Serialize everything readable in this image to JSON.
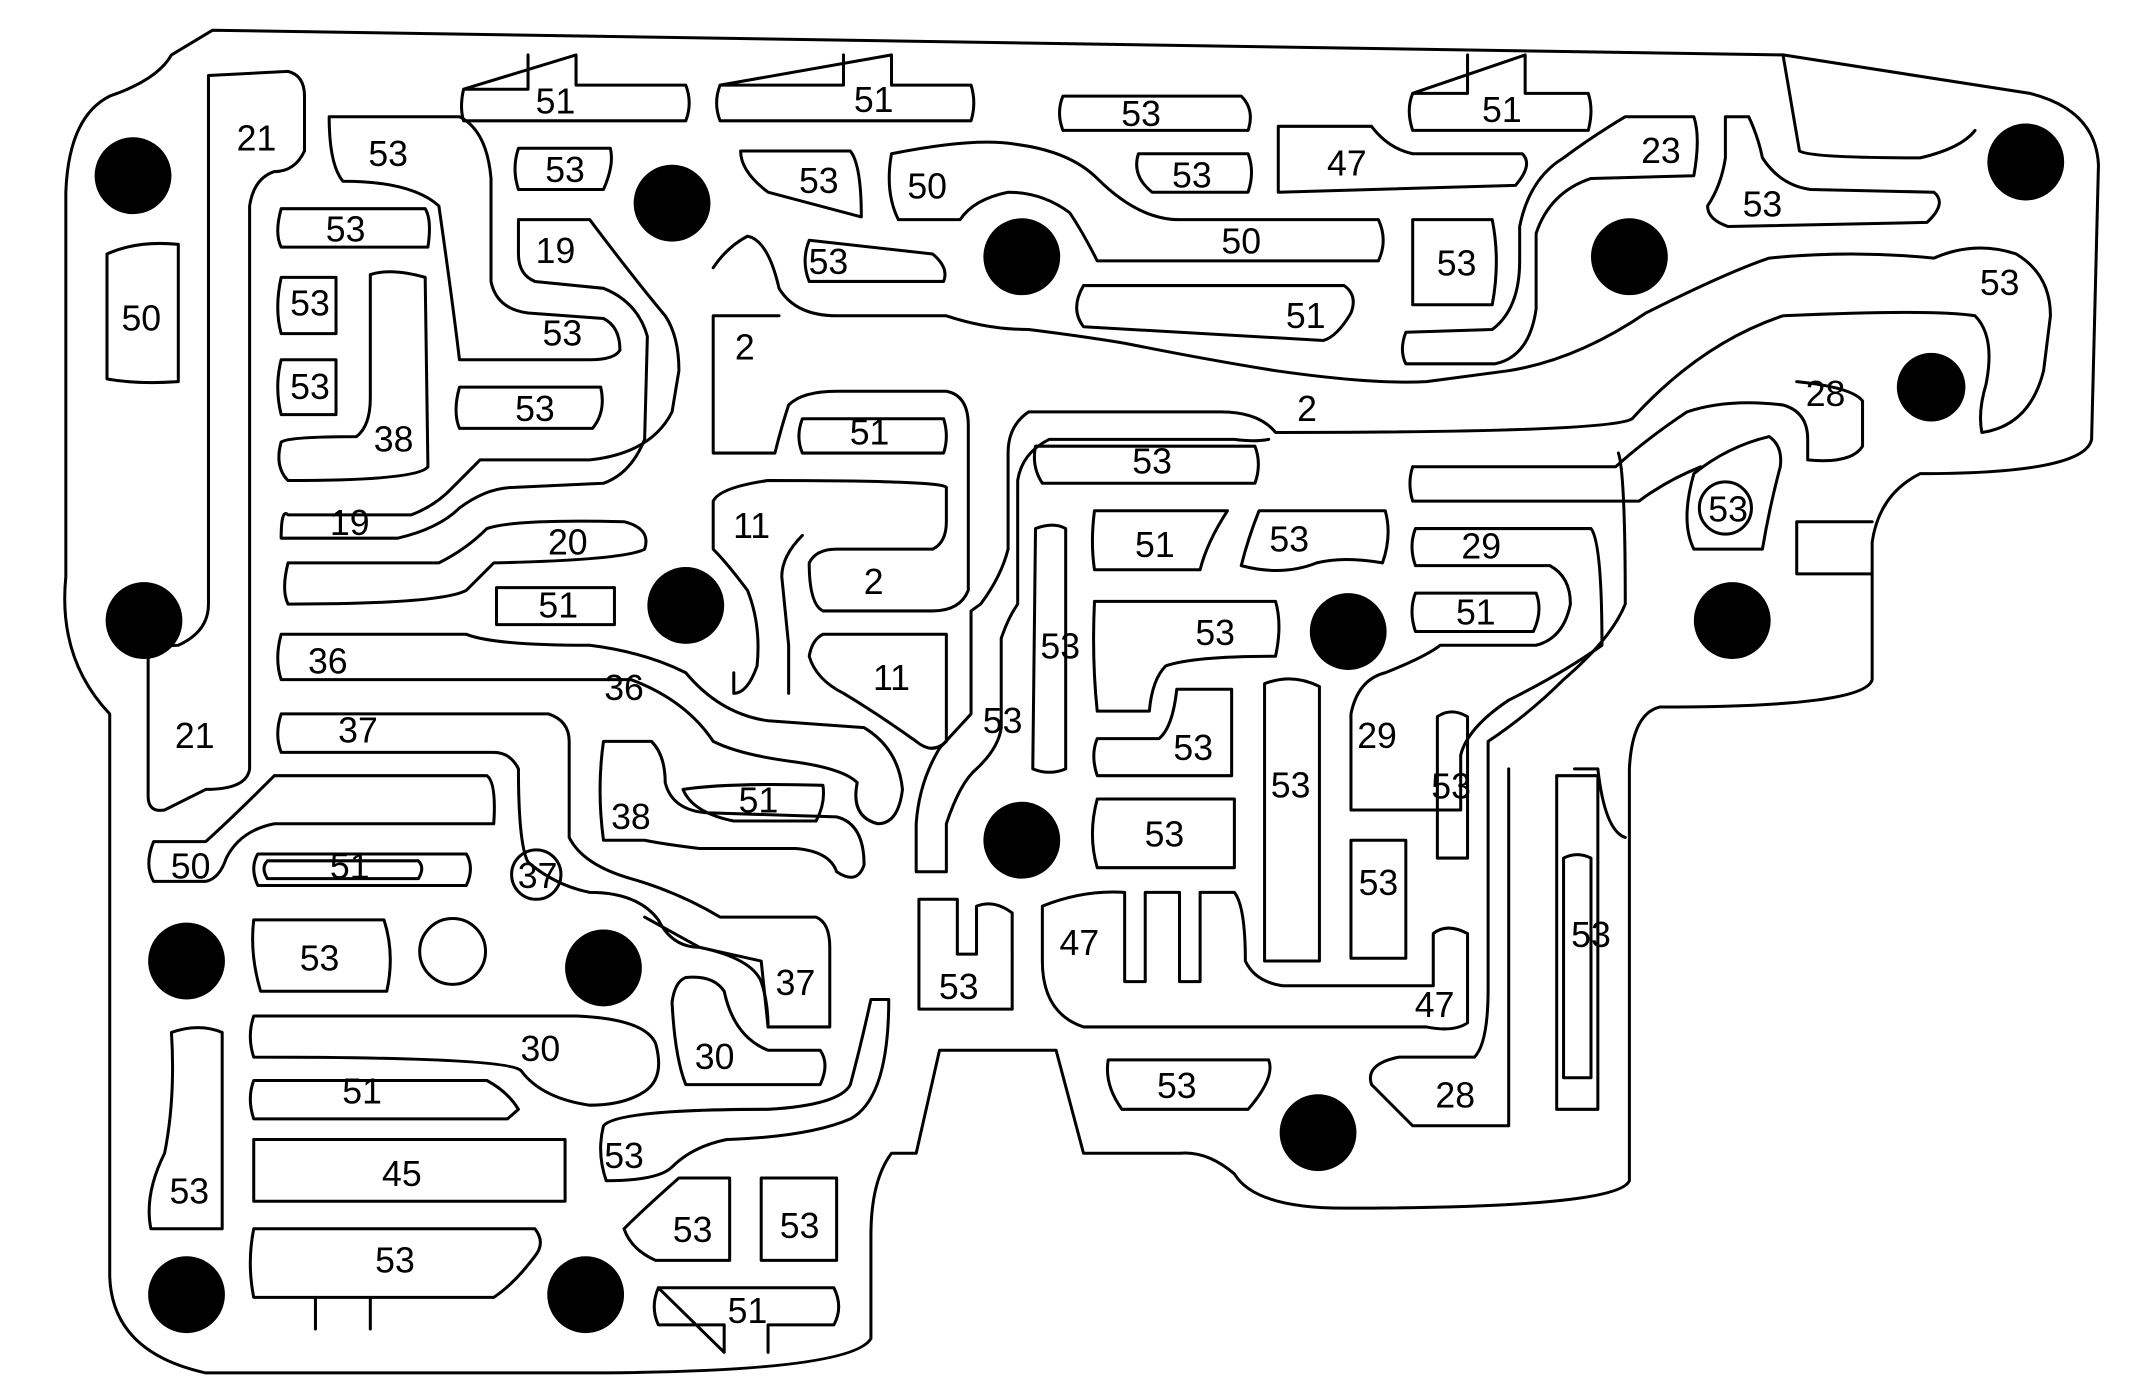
{
  "passage_labels": [
    "51",
    "51",
    "53",
    "51",
    "21",
    "53",
    "53",
    "53",
    "50",
    "53",
    "47",
    "23",
    "53",
    "53",
    "19",
    "53",
    "50",
    "53",
    "53",
    "50",
    "2",
    "53",
    "53",
    "51",
    "53",
    "53",
    "38",
    "2",
    "53",
    "2",
    "51",
    "53",
    "28",
    "19",
    "11",
    "51",
    "53",
    "53",
    "20",
    "51",
    "2",
    "29",
    "51",
    "53",
    "36",
    "36",
    "11",
    "53",
    "53",
    "53",
    "53",
    "37",
    "21",
    "53",
    "29",
    "53",
    "51",
    "38",
    "53",
    "53",
    "50",
    "51",
    "37",
    "53",
    "53",
    "47",
    "37",
    "53",
    "47",
    "30",
    "30",
    "53",
    "51",
    "28",
    "53",
    "45",
    "53",
    "53",
    "53",
    "53",
    "51"
  ],
  "colors": {
    "background": "#ffffff",
    "outline": "#000000",
    "bolt_hole": "#000000"
  }
}
